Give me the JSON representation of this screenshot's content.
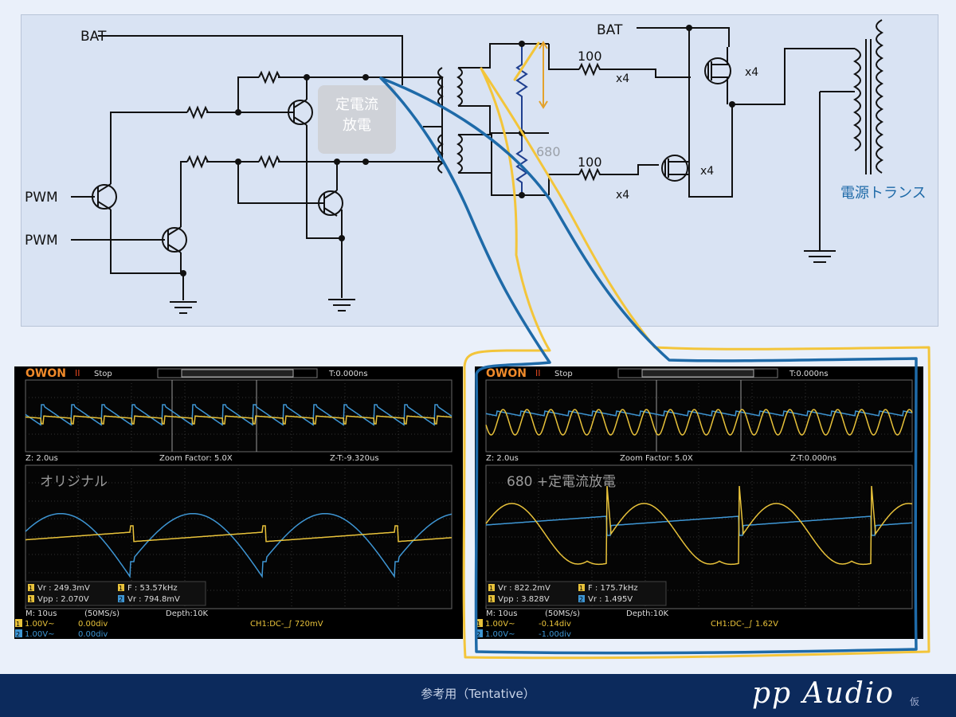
{
  "schematic": {
    "bat_left": "BAT",
    "bat_right": "BAT",
    "pwm1": "PWM",
    "pwm2": "PWM",
    "ccd_line1": "定電流",
    "ccd_line2": "放電",
    "r680": "680",
    "r100_top": "100",
    "r100_bot": "100",
    "x4_res_top": "x4",
    "x4_res_bot": "x4",
    "x4_fet_top": "x4",
    "x4_fet_bot": "x4",
    "transformer_label": "電源トランス"
  },
  "scope_left": {
    "brand": "OWON",
    "run_state": "Stop",
    "trig_time": "T:0.000ns",
    "zoom_left": "Z: 2.0us",
    "zoom_factor": "Zoom Factor: 5.0X",
    "zoom_time": "Z-T:-9.320us",
    "caption": "オリジナル",
    "meas_vr1": "Vr : 249.3mV",
    "meas_f": "F : 53.57kHz",
    "meas_vpp": "Vpp : 2.070V",
    "meas_vr2": "Vr : 794.8mV",
    "timebase": "M: 10us",
    "sample_rate": "(50MS/s)",
    "depth": "Depth:10K",
    "ch1_scale": "1.00V~",
    "ch1_offset": "0.00div",
    "ch2_scale": "1.00V~",
    "ch2_offset": "0.00div",
    "trigger": "CH1:DC-_∫ 720mV"
  },
  "scope_right": {
    "brand": "OWON",
    "run_state": "Stop",
    "trig_time": "T:0.000ns",
    "zoom_left": "Z: 2.0us",
    "zoom_factor": "Zoom Factor: 5.0X",
    "zoom_time": "Z-T:0.000ns",
    "caption": "680 +定電流放電",
    "meas_vr1": "Vr : 822.2mV",
    "meas_f": "F : 175.7kHz",
    "meas_vpp": "Vpp : 3.828V",
    "meas_vr2": "Vr : 1.495V",
    "timebase": "M: 10us",
    "sample_rate": "(50MS/s)",
    "depth": "Depth:10K",
    "ch1_scale": "1.00V~",
    "ch1_offset": "-0.14div",
    "ch2_scale": "1.00V~",
    "ch2_offset": "-1.00div",
    "trigger": "CH1:DC-_∫ 1.62V"
  },
  "footer": {
    "reference": "参考用（Tentative）",
    "brand": "pp Audio",
    "sub": "仮"
  },
  "colors": {
    "ch1_yellow": "#e8c23a",
    "ch2_blue": "#3e96d4",
    "wire": "#111111",
    "resistor_blue": "#1f3f8f",
    "highlight_blue": "#1e6aa8",
    "highlight_yellow": "#f3c53a",
    "footer_bg": "#0c2a5c"
  }
}
